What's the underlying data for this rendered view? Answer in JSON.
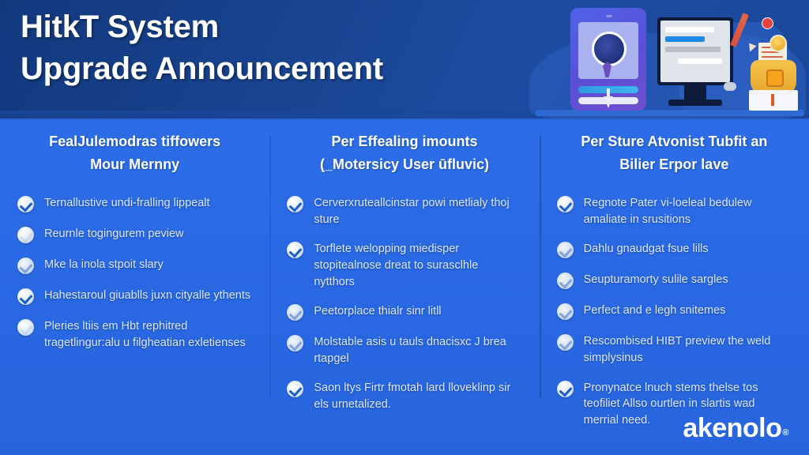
{
  "header": {
    "title_lines": [
      "HitkT System",
      "Upgrade Announcement"
    ],
    "banner_color": "#1a4799",
    "background_color": "#2d6ee8",
    "illustration": {
      "name": "device-upgrade-illustration",
      "parts": [
        "tablet-avatar-card",
        "desktop-monitor-form",
        "pencil",
        "robot-mascot-pedestal",
        "notification-badge"
      ]
    }
  },
  "columns": [
    {
      "heading_lines": [
        "FealJulemodras tiffowers",
        "Mour Mernny"
      ],
      "bullets": [
        {
          "icon": "check-circle-icon",
          "text": "Ternallustive undi-fralling lippealt"
        },
        {
          "icon": "check-circle-icon",
          "text": "Reurnle togingurem peview"
        },
        {
          "icon": "check-circle-icon",
          "text": "Mke la inola stpoit slary"
        },
        {
          "icon": "check-circle-icon",
          "text": "Hahestaroul giuablls juxn cityalle ythents"
        },
        {
          "icon": "check-circle-icon",
          "text": "Pleries ltiis em Hbt rephitred tragetlingur:alu u filgheatian exletienses"
        }
      ]
    },
    {
      "heading_lines": [
        "Per Effealing imounts",
        "(_Motersicy User ūfluvic)"
      ],
      "bullets": [
        {
          "icon": "check-circle-icon",
          "text": "Cerverxruteallcinstar powi metlialy thoj sture"
        },
        {
          "icon": "check-circle-icon",
          "text": "Torflete welopping miedisper stopitealnose dreat to surasclhle nytthors"
        },
        {
          "icon": "check-circle-icon",
          "text": "Peetorplace thialr sinr litll"
        },
        {
          "icon": "check-circle-icon",
          "text": "Molstable asis u tauls dnacisxc J brea rtapgel"
        },
        {
          "icon": "check-circle-icon",
          "text": "Saon ltys Firtr fmotah lard lloveklinp sir els urnetalized."
        }
      ]
    },
    {
      "heading_lines": [
        "Per Sture Atvonist Tubfit an",
        "Bilier Erpor lave"
      ],
      "bullets": [
        {
          "icon": "check-circle-icon",
          "text": "Regnote Pater vi-loeleal bedulew amaliate in srusitions"
        },
        {
          "icon": "check-circle-icon",
          "text": "Dahlu gnaudgat fsue lills"
        },
        {
          "icon": "check-circle-icon",
          "text": "Seupturamorty sulile sargles"
        },
        {
          "icon": "check-circle-icon",
          "text": "Perfect and e legh snitemes"
        },
        {
          "icon": "check-circle-icon",
          "text": "Rescombised HIBT preview the weld simplysinus"
        },
        {
          "icon": "check-circle-icon",
          "text": "Pronynatce lnuch stems thelse tos teofiliet Allso ourtlen in slartis wad merrial need."
        }
      ]
    }
  ],
  "footer": {
    "logo_text": "akenolo",
    "logo_mark": "®"
  }
}
